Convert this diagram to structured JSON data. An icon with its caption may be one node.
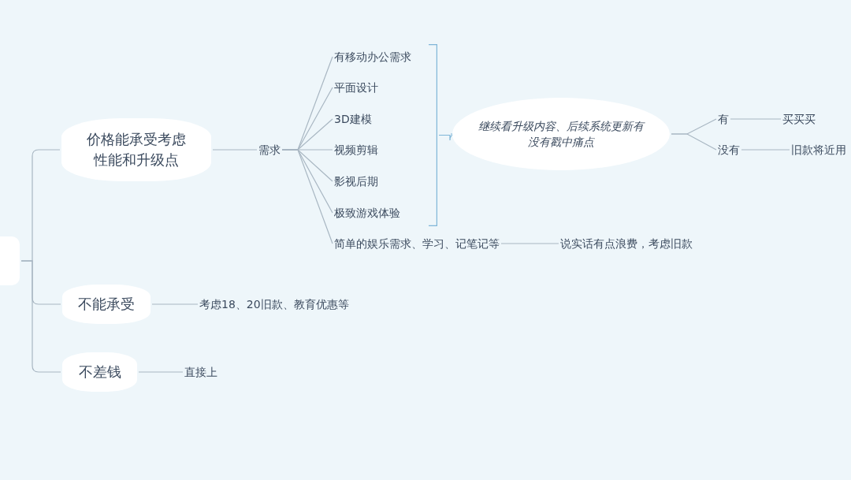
{
  "diagram": {
    "nodes": [
      {
        "text": [],
        "shape": "box"
      },
      {
        "text": [
          "价格能承受考虑性能和升级点"
        ]
      },
      {
        "text": [
          "需求"
        ]
      },
      {
        "text": [
          "有移动办公需求"
        ]
      },
      {
        "text": [
          "平面设计"
        ]
      },
      {
        "text": [
          "3D建模"
        ]
      },
      {
        "text": [
          "视频剪辑"
        ]
      },
      {
        "text": [
          "影视后期"
        ]
      },
      {
        "text": [
          "极致游戏体验"
        ]
      },
      {
        "text": [
          "简单的娱乐需求、学习、记笔记等"
        ]
      },
      {
        "text": [
          "继续看升级内容、后续系统更新有没有戳中痛点"
        ]
      },
      {
        "text": [
          "有"
        ]
      },
      {
        "text": [
          "没有"
        ]
      },
      {
        "text": [
          "买买买"
        ]
      },
      {
        "text": [
          "旧款将近用"
        ]
      },
      {
        "text": [
          "说实话有点浪费，考虑旧款"
        ]
      },
      {
        "text": [
          "不能承受"
        ]
      },
      {
        "text": [
          "考虑18、20旧款、教育优惠等"
        ]
      },
      {
        "text": [
          "不差钱"
        ]
      },
      {
        "text": [
          "直接上"
        ]
      },
      {
        "text": [],
        "shape": "bracket"
      }
    ],
    "edges": [
      {
        "from": 0,
        "to": 1,
        "arrow": "none"
      },
      {
        "from": 0,
        "to": 16,
        "arrow": "none"
      },
      {
        "from": 0,
        "to": 18,
        "arrow": "none"
      },
      {
        "from": 1,
        "to": 2,
        "arrow": "none"
      },
      {
        "from": 2,
        "to": 3,
        "arrow": "none"
      },
      {
        "from": 2,
        "to": 4,
        "arrow": "none"
      },
      {
        "from": 2,
        "to": 5,
        "arrow": "none"
      },
      {
        "from": 2,
        "to": 6,
        "arrow": "none"
      },
      {
        "from": 2,
        "to": 7,
        "arrow": "none"
      },
      {
        "from": 2,
        "to": 8,
        "arrow": "none"
      },
      {
        "from": 2,
        "to": 9,
        "arrow": "none"
      },
      {
        "from": 20,
        "to": 10,
        "arrow": "none",
        "color": "#7fb6d8"
      },
      {
        "from": 10,
        "to": 11,
        "arrow": "none"
      },
      {
        "from": 10,
        "to": 12,
        "arrow": "none"
      },
      {
        "from": 11,
        "to": 13,
        "arrow": "none"
      },
      {
        "from": 12,
        "to": 14,
        "arrow": "none"
      },
      {
        "from": 9,
        "to": 15,
        "arrow": "none"
      },
      {
        "from": 16,
        "to": 17,
        "arrow": "none"
      },
      {
        "from": 18,
        "to": 19,
        "arrow": "none"
      }
    ]
  }
}
